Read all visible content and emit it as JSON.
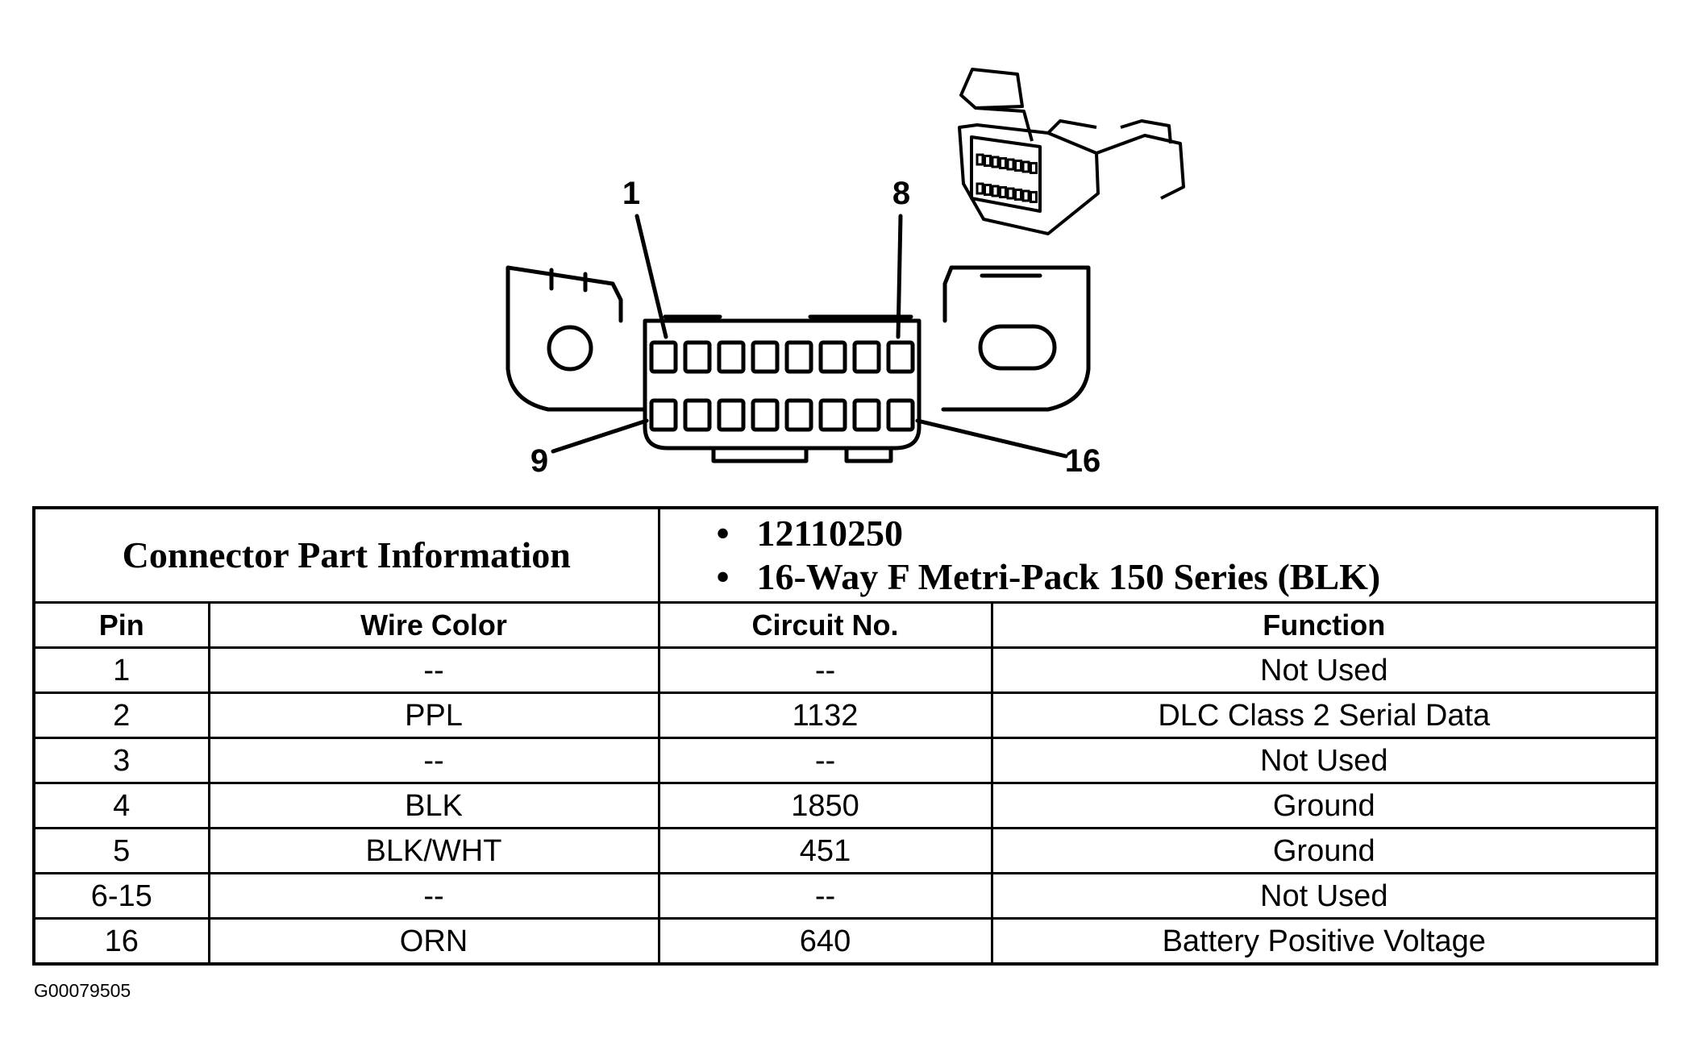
{
  "diagram": {
    "pin_callouts": {
      "top_left": "1",
      "top_right": "8",
      "bottom_left": "9",
      "bottom_right": "16"
    },
    "pins_per_row": 8
  },
  "connector_info": {
    "title": "Connector Part Information",
    "items": [
      "12110250",
      "16-Way F Metri-Pack 150 Series (BLK)"
    ]
  },
  "table": {
    "headers": [
      "Pin",
      "Wire Color",
      "Circuit No.",
      "Function"
    ],
    "rows": [
      [
        "1",
        "--",
        "--",
        "Not Used"
      ],
      [
        "2",
        "PPL",
        "1132",
        "DLC Class 2 Serial Data"
      ],
      [
        "3",
        "--",
        "--",
        "Not Used"
      ],
      [
        "4",
        "BLK",
        "1850",
        "Ground"
      ],
      [
        "5",
        "BLK/WHT",
        "451",
        "Ground"
      ],
      [
        "6-15",
        "--",
        "--",
        "Not Used"
      ],
      [
        "16",
        "ORN",
        "640",
        "Battery Positive Voltage"
      ]
    ]
  },
  "figure_code": "G00079505"
}
